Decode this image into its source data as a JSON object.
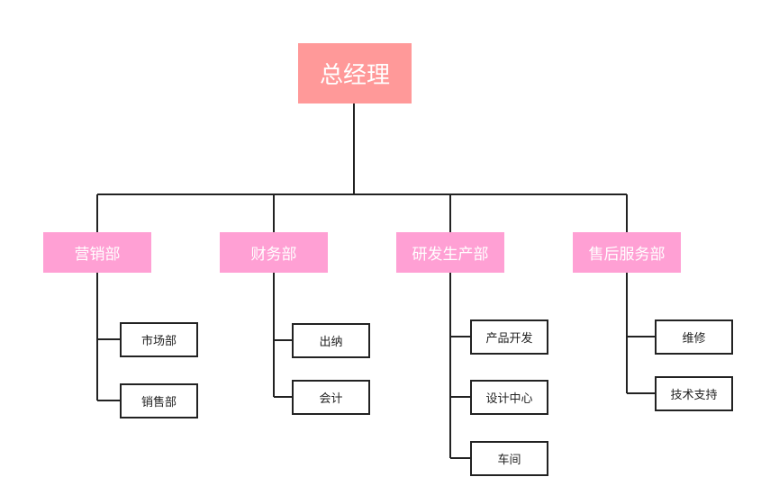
{
  "chart": {
    "root": "总经理",
    "departments": [
      {
        "name": "营销部",
        "children": [
          "市场部",
          "销售部"
        ]
      },
      {
        "name": "财务部",
        "children": [
          "出纳",
          "会计"
        ]
      },
      {
        "name": "研发生产部",
        "children": [
          "产品开发",
          "设计中心",
          "车间"
        ]
      },
      {
        "name": "售后服务部",
        "children": [
          "维修",
          "技术支持"
        ]
      }
    ]
  },
  "colors": {
    "root_fill": "#ff9999",
    "department_fill": "#ffa0d4",
    "box_border": "#222222",
    "connector": "#222222",
    "label_on_fill": "#ffffff"
  }
}
